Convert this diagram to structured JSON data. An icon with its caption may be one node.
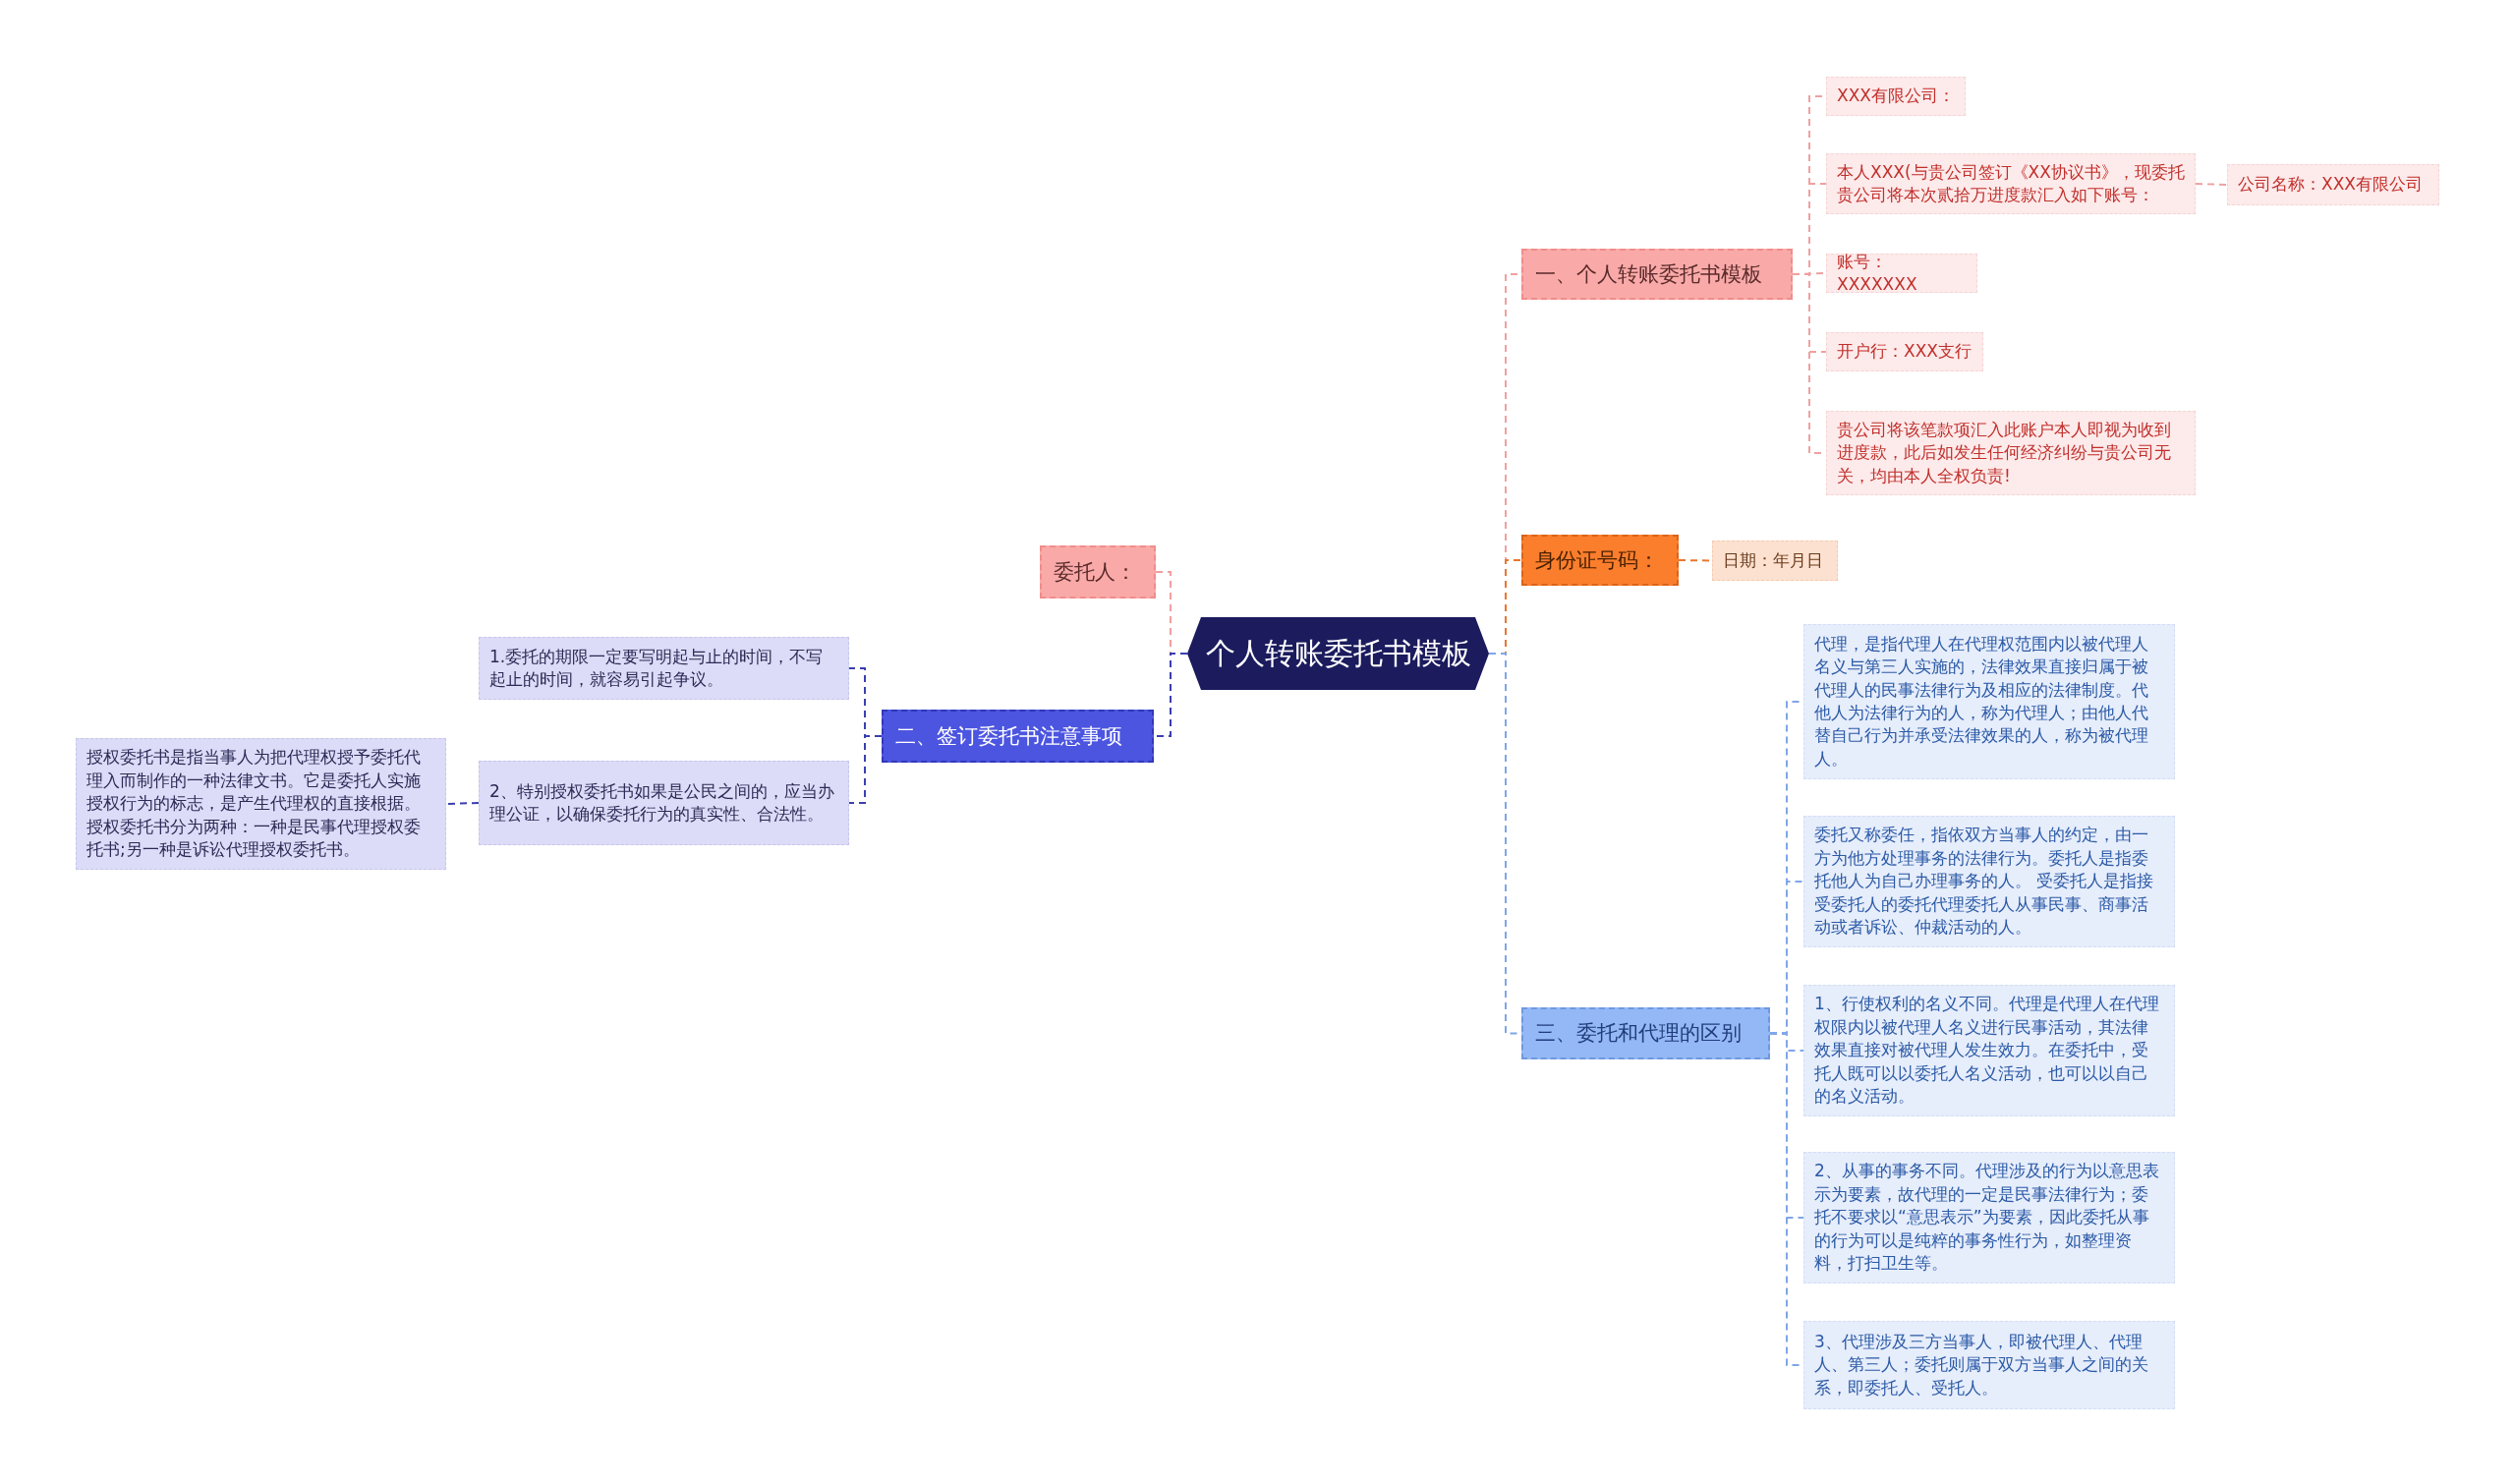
{
  "diagram": {
    "nodes": [
      {
        "text": [
          "个人转账委托书模板"
        ]
      },
      {
        "text": [
          "一、个人转账委托书模板"
        ]
      },
      {
        "text": [
          "XXX有限公司："
        ]
      },
      {
        "text": [
          "本人XXX(与贵公司签订《XX协议书》，现委托贵公司将本次贰拾万进度款汇入如下账号："
        ]
      },
      {
        "text": [
          "公司名称：XXX有限公司"
        ]
      },
      {
        "text": [
          "账号：XXXXXXX"
        ]
      },
      {
        "text": [
          "开户行：XXX支行"
        ]
      },
      {
        "text": [
          "贵公司将该笔款项汇入此账户本人即视为收到进度款，此后如发生任何经济纠纷与贵公司无关，均由本人全权负责!"
        ]
      },
      {
        "text": [
          "身份证号码："
        ]
      },
      {
        "text": [
          "日期：年月日"
        ]
      },
      {
        "text": [
          "三、委托和代理的区别"
        ]
      },
      {
        "text": [
          "代理，是指代理人在代理权范围内以被代理人名义与第三人实施的，法律效果直接归属于被代理人的民事法律行为及相应的法律制度。代他人为法律行为的人，称为代理人；由他人代替自己行为并承受法律效果的人，称为被代理人。"
        ]
      },
      {
        "text": [
          "委托又称委任，指依双方当事人的约定，由一方为他方处理事务的法律行为。委托人是指委托他人为自己办理事务的人。 受委托人是指接受委托人的委托代理委托人从事民事、商事活动或者诉讼、仲裁活动的人。"
        ]
      },
      {
        "text": [
          "1、行使权利的名义不同。代理是代理人在代理权限内以被代理人名义进行民事活动，其法律效果直接对被代理人发生效力。在委托中，受托人既可以以委托人名义活动，也可以以自己的名义活动。"
        ]
      },
      {
        "text": [
          "2、从事的事务不同。代理涉及的行为以意思表示为要素，故代理的一定是民事法律行为；委托不要求以“意思表示”为要素，因此委托从事的行为可以是纯粹的事务性行为，如整理资料，打扫卫生等。"
        ]
      },
      {
        "text": [
          "3、代理涉及三方当事人，即被代理人、代理人、第三人；委托则属于双方当事人之间的关系，即委托人、受托人。"
        ]
      },
      {
        "text": [
          "委托人："
        ]
      },
      {
        "text": [
          "二、签订委托书注意事项"
        ]
      },
      {
        "text": [
          "1.委托的期限一定要写明起与止的时间，不写起止的时间，就容易引起争议。"
        ]
      },
      {
        "text": [
          "2、特别授权委托书如果是公民之间的，应当办理公证，以确保委托行为的真实性、合法性。"
        ]
      },
      {
        "text": [
          "授权委托书是指当事人为把代理权授予委托代理入而制作的一种法律文书。它是委托人实施授权行为的标志，是产生代理权的直接根据。授权委托书分为两种：一种是民事代理授权委托书;另一种是诉讼代理授权委托书。"
        ]
      }
    ],
    "edges": [
      {
        "from": 0,
        "to": 1,
        "arrow": "none",
        "style": "dashed"
      },
      {
        "from": 1,
        "to": 2,
        "arrow": "none",
        "style": "dashed"
      },
      {
        "from": 1,
        "to": 3,
        "arrow": "none",
        "style": "dashed"
      },
      {
        "from": 3,
        "to": 4,
        "arrow": "none",
        "style": "dashed"
      },
      {
        "from": 1,
        "to": 5,
        "arrow": "none",
        "style": "dashed"
      },
      {
        "from": 1,
        "to": 6,
        "arrow": "none",
        "style": "dashed"
      },
      {
        "from": 1,
        "to": 7,
        "arrow": "none",
        "style": "dashed"
      },
      {
        "from": 0,
        "to": 8,
        "arrow": "none",
        "style": "dashed",
        "color": "#e8772e"
      },
      {
        "from": 8,
        "to": 9,
        "arrow": "none",
        "style": "dashed",
        "color": "#e8772e"
      },
      {
        "from": 0,
        "to": 10,
        "arrow": "none",
        "style": "dashed",
        "color": "#7fa6e8"
      },
      {
        "from": 10,
        "to": 11,
        "arrow": "none",
        "style": "dashed",
        "color": "#7fa6e8"
      },
      {
        "from": 10,
        "to": 12,
        "arrow": "none",
        "style": "dashed",
        "color": "#7fa6e8"
      },
      {
        "from": 10,
        "to": 13,
        "arrow": "none",
        "style": "dashed",
        "color": "#7fa6e8"
      },
      {
        "from": 10,
        "to": 14,
        "arrow": "none",
        "style": "dashed",
        "color": "#7fa6e8"
      },
      {
        "from": 10,
        "to": 15,
        "arrow": "none",
        "style": "dashed",
        "color": "#7fa6e8"
      },
      {
        "from": 0,
        "to": 16,
        "arrow": "none",
        "style": "dashed"
      },
      {
        "from": 0,
        "to": 17,
        "arrow": "none",
        "style": "dashed",
        "color": "#3a3fb0"
      },
      {
        "from": 17,
        "to": 18,
        "arrow": "none",
        "style": "dashed",
        "color": "#3a3fb0"
      },
      {
        "from": 17,
        "to": 19,
        "arrow": "none",
        "style": "dashed",
        "color": "#3a3fb0"
      },
      {
        "from": 19,
        "to": 20,
        "arrow": "none",
        "style": "dashed",
        "color": "#3a3fb0"
      }
    ]
  }
}
